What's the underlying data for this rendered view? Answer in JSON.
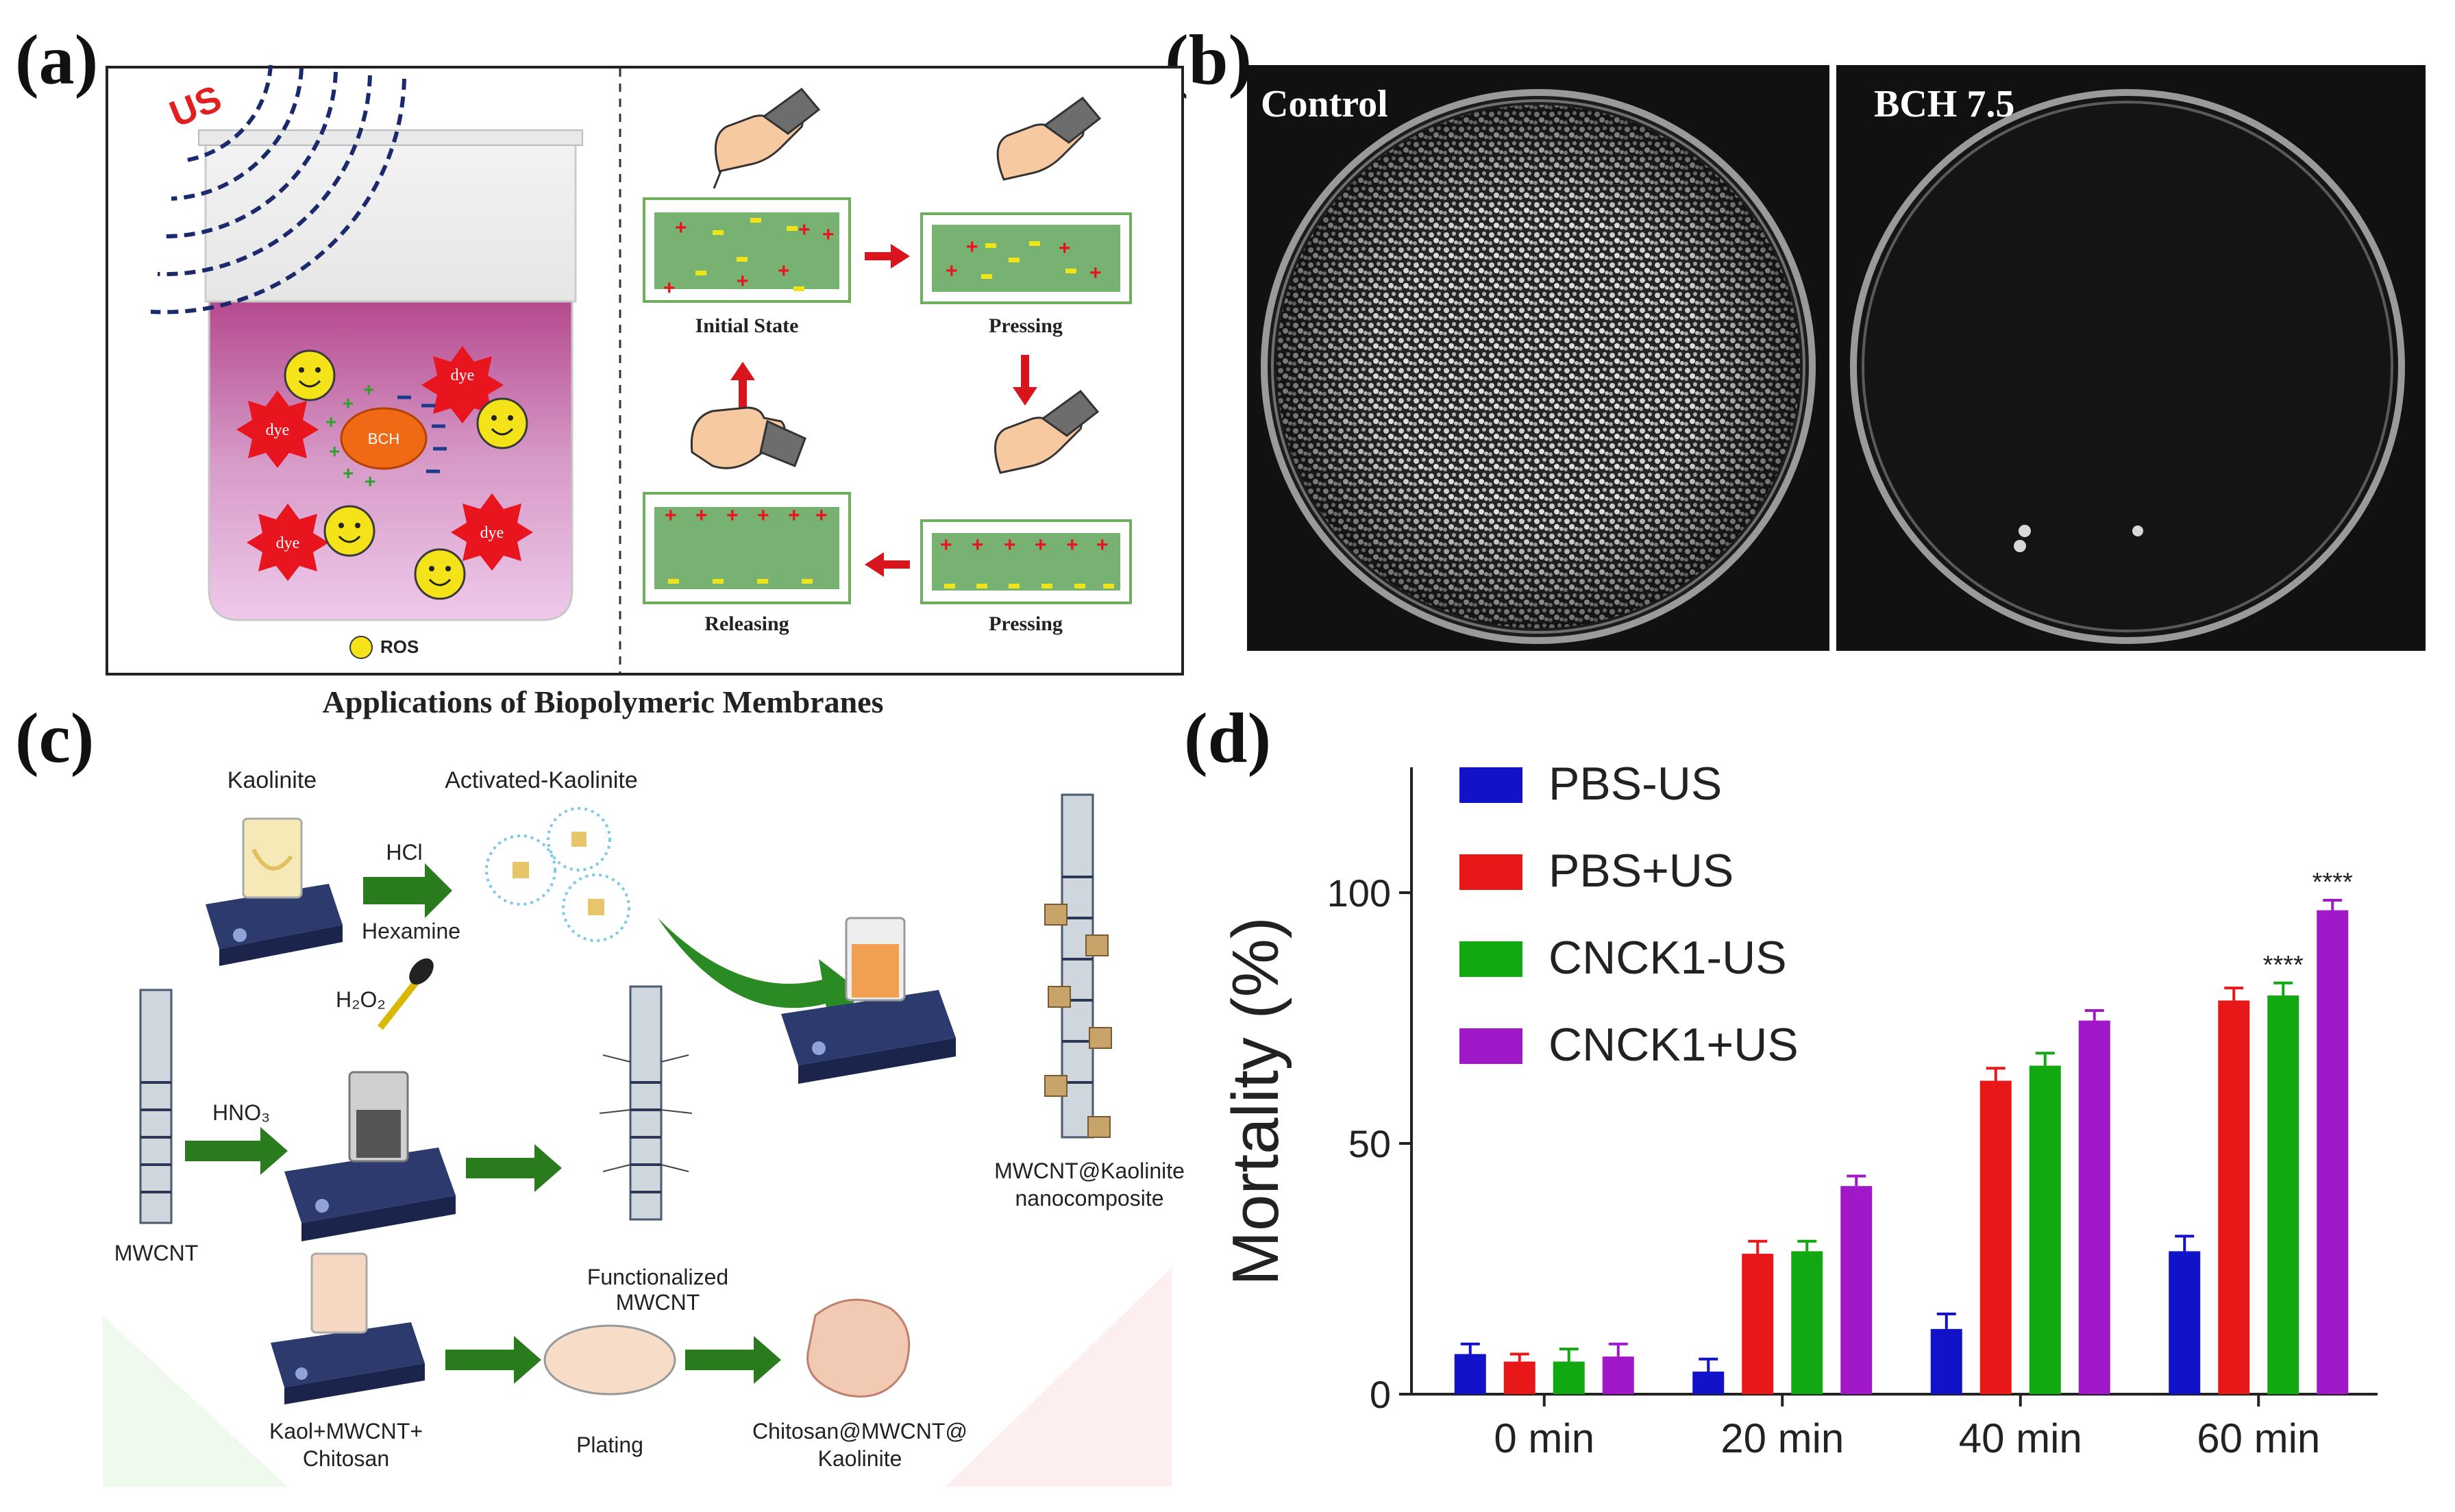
{
  "panel_letters": {
    "a": "(a)",
    "b": "(b)",
    "c": "(c)",
    "d": "(d)"
  },
  "panel_a": {
    "us_label": "US",
    "dye_label": "dye",
    "bch_label": "BCH",
    "ros_legend": "ROS",
    "states": {
      "initial": "Initial State",
      "pressing_top": "Pressing",
      "pressing_bottom": "Pressing",
      "releasing": "Releasing"
    },
    "caption": "Applications of Biopolymeric Membranes"
  },
  "panel_b": {
    "left_label": "Control",
    "right_label": "BCH 7.5"
  },
  "panel_c": {
    "kaolinite": "Kaolinite",
    "activated": "Activated-Kaolinite",
    "hcl": "HCl",
    "hexamine": "Hexamine",
    "h2o2": "H₂O₂",
    "hno3": "HNO₃",
    "mwcnt": "MWCNT",
    "functionalized_1": "Functionalized",
    "functionalized_2": "MWCNT",
    "composite_1": "MWCNT@Kaolinite",
    "composite_2": "nanocomposite",
    "kaol_1": "Kaol+MWCNT+",
    "kaol_2": "Chitosan",
    "plating": "Plating",
    "chitosan_1": "Chitosan@MWCNT@",
    "chitosan_2": "Kaolinite"
  },
  "chart_data": {
    "type": "bar",
    "ylabel": "Mortality (%)",
    "xlabel": "",
    "ylim": [
      0,
      125
    ],
    "yticks": [
      0,
      50,
      100
    ],
    "categories": [
      "0 min",
      "20 min",
      "40 min",
      "60 min"
    ],
    "series": [
      {
        "name": "PBS-US",
        "color": "#1212c8",
        "values": [
          8,
          4.5,
          13,
          28.5
        ],
        "errors": [
          2,
          2.5,
          3,
          3
        ]
      },
      {
        "name": "PBS+US",
        "color": "#e81818",
        "values": [
          6.5,
          28,
          62.5,
          78.5
        ],
        "errors": [
          1.5,
          2.5,
          2.5,
          2.5
        ]
      },
      {
        "name": "CNCK1-US",
        "color": "#12a812",
        "values": [
          6.5,
          28.5,
          65.5,
          79.5
        ],
        "errors": [
          2.5,
          2,
          2.5,
          2.5
        ]
      },
      {
        "name": "CNCK1+US",
        "color": "#a018c8",
        "values": [
          7.5,
          41.5,
          74.5,
          96.5
        ],
        "errors": [
          2.5,
          2,
          2,
          2
        ]
      }
    ],
    "annotations": [
      {
        "category": "60 min",
        "series": "CNCK1-US",
        "text": "****"
      },
      {
        "category": "60 min",
        "series": "CNCK1+US",
        "text": "****"
      }
    ],
    "legend_position": "top-left",
    "grid": false
  }
}
